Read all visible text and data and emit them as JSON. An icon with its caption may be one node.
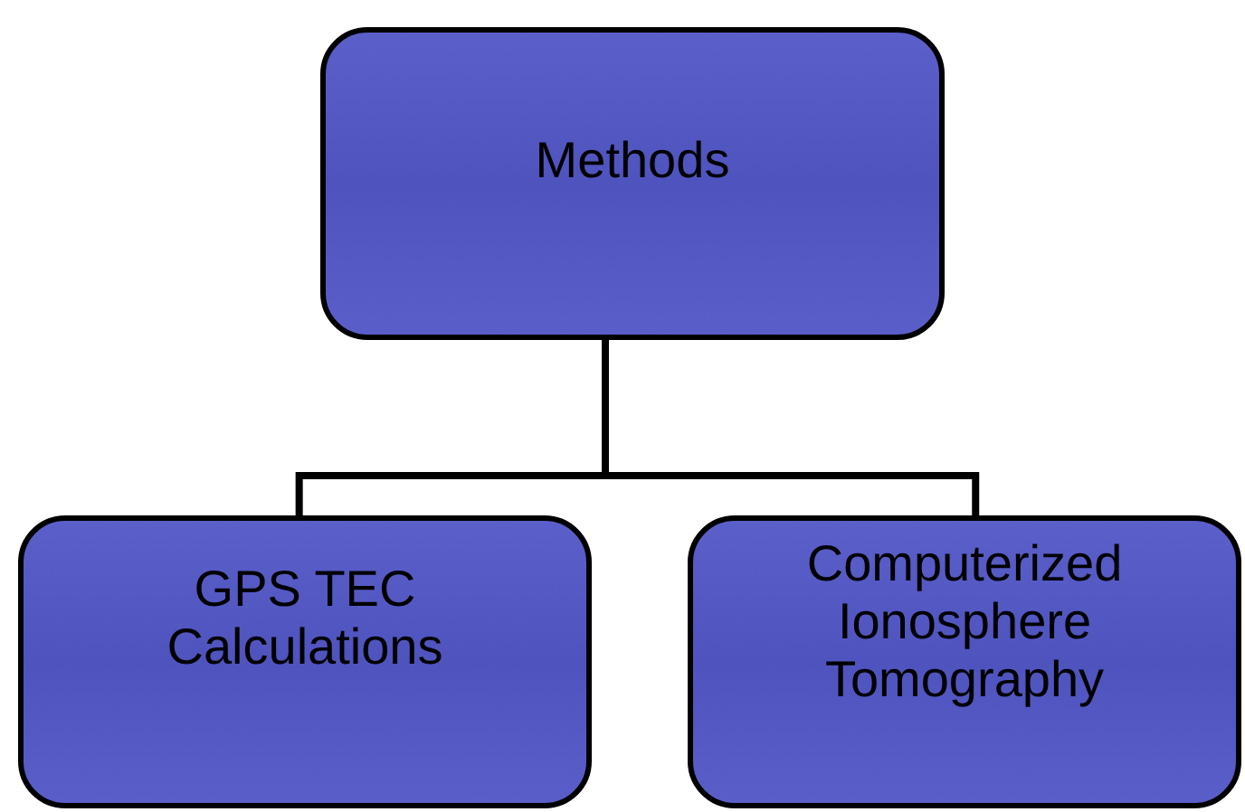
{
  "diagram": {
    "nodes": [
      {
        "text": [
          "Methods"
        ]
      },
      {
        "text": [
          "GPS TEC Calculations"
        ]
      },
      {
        "text": [
          "Computerized Ionosphere Tomography"
        ]
      }
    ],
    "edges": [
      {
        "from": 0,
        "to": 1,
        "arrow": "none"
      },
      {
        "from": 0,
        "to": 2,
        "arrow": "none"
      }
    ]
  }
}
